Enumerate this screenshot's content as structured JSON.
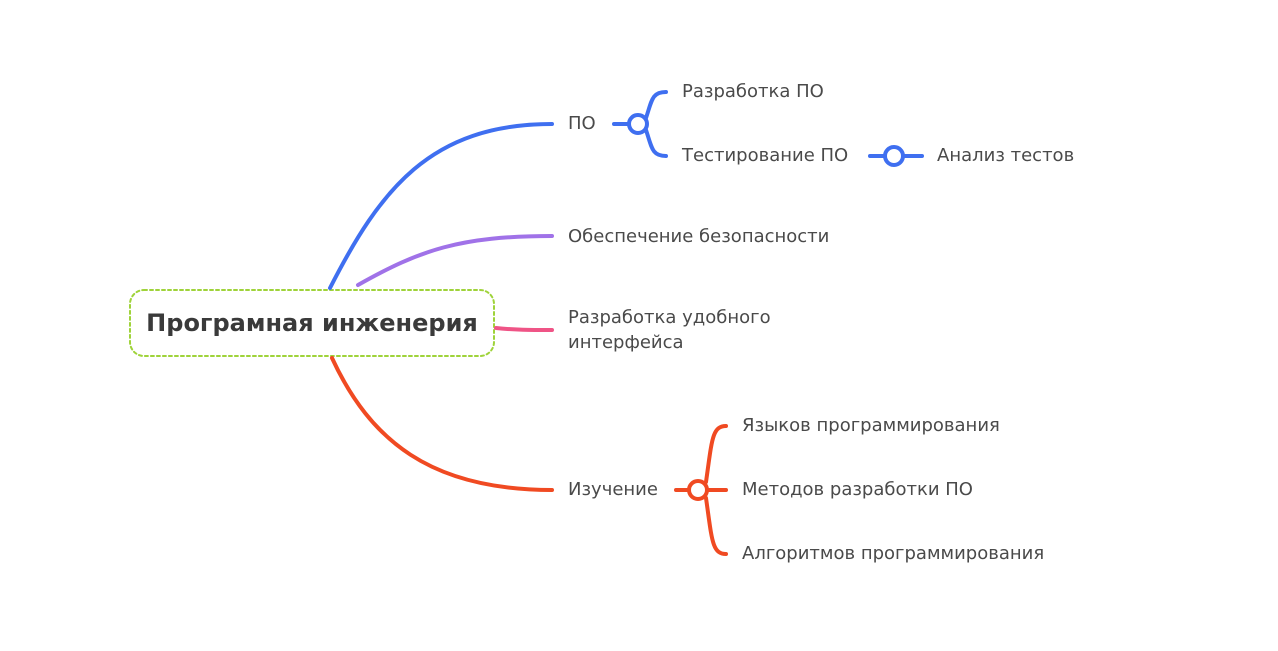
{
  "root": {
    "label": "Програмная инженерия"
  },
  "colors": {
    "branch_po": "#3f6ff0",
    "branch_security": "#a072e8",
    "branch_ui": "#ef5486",
    "branch_study": "#f04a22",
    "root_border": "#9fd33a",
    "text": "#4a4a4a"
  },
  "branches": {
    "po": {
      "label": "ПО",
      "children": [
        {
          "label": "Разработка ПО"
        },
        {
          "label": "Тестирование ПО",
          "children": [
            {
              "label": "Анализ тестов"
            }
          ]
        }
      ]
    },
    "security": {
      "label": "Обеспечение безопасности"
    },
    "ui": {
      "label_line1": "Разработка удобного",
      "label_line2": "интерфейса"
    },
    "study": {
      "label": "Изучение",
      "children": [
        {
          "label": "Языков программирования"
        },
        {
          "label": "Методов разработки ПО"
        },
        {
          "label": "Алгоритмов программирования"
        }
      ]
    }
  }
}
